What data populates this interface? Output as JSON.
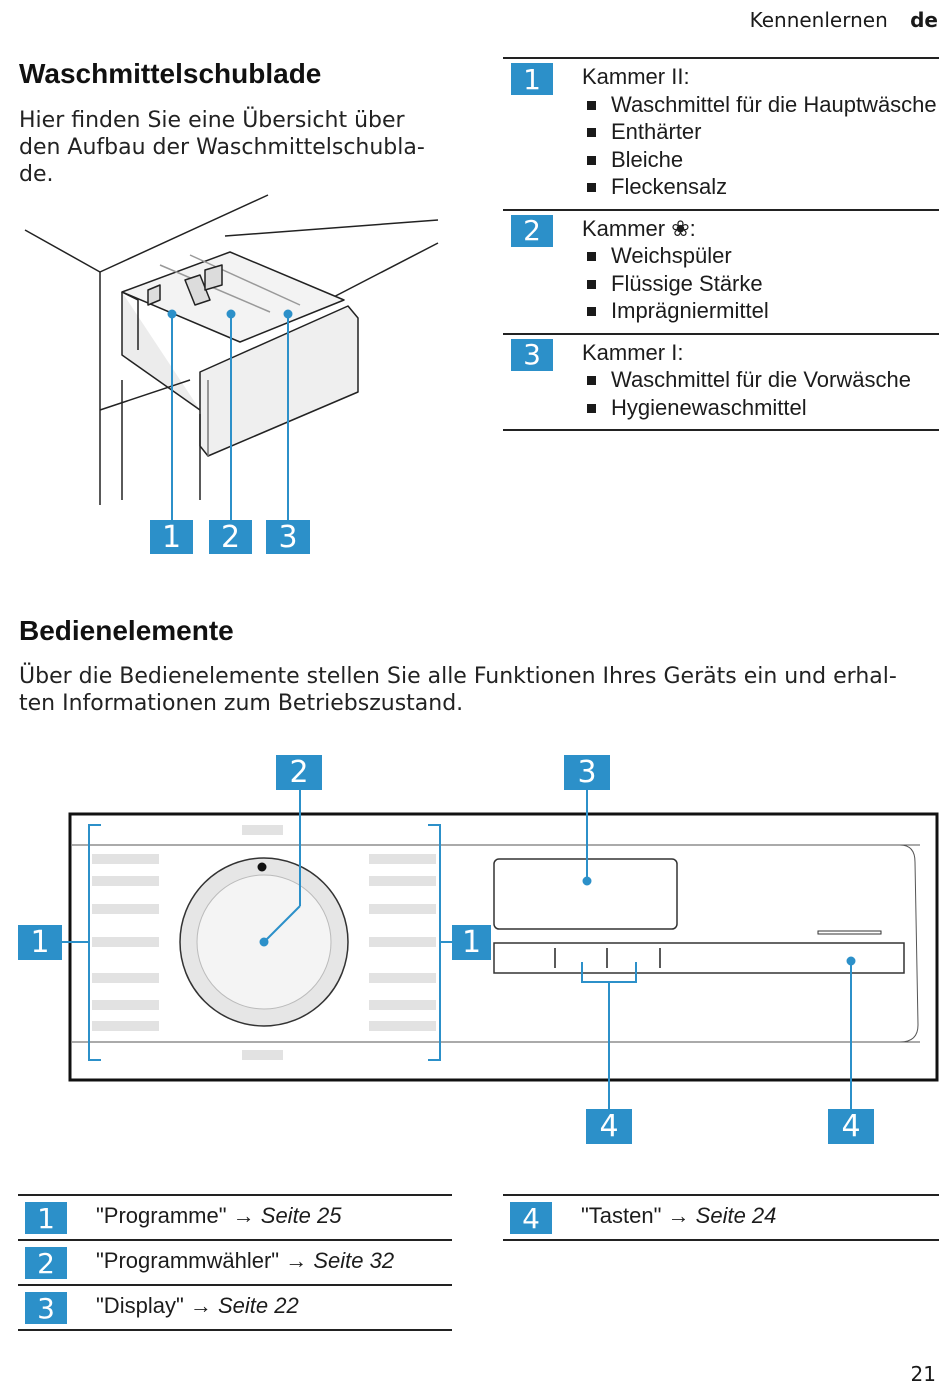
{
  "header": {
    "section": "Kennenlernen",
    "language": "de"
  },
  "drawer_section": {
    "title": "Waschmittelschublade",
    "intro_lines": [
      "Hier finden Sie eine Übersicht über",
      "den Aufbau der Waschmittelschubla-",
      "de."
    ],
    "illustration_labels": [
      "1",
      "2",
      "3"
    ],
    "chambers": [
      {
        "number": "1",
        "title": "Kammer II:",
        "items": [
          "Waschmittel für die Hauptwäsche",
          "Enthärter",
          "Bleiche",
          "Fleckensalz"
        ]
      },
      {
        "number": "2",
        "title": "Kammer ❀:",
        "items": [
          "Weichspüler",
          "Flüssige Stärke",
          "Imprägniermittel"
        ]
      },
      {
        "number": "3",
        "title": "Kammer I:",
        "items": [
          "Waschmittel für die Vorwäsche",
          "Hygienewaschmittel"
        ]
      }
    ]
  },
  "controls_section": {
    "title": "Bedienelemente",
    "intro_lines": [
      "Über die Bedienelemente stellen Sie alle Funktionen Ihres Geräts ein und erhal-",
      "ten Informationen zum Betriebszustand."
    ],
    "diagram_labels": {
      "left": "1",
      "right": "1",
      "knob": "2",
      "display": "3",
      "buttons": "4",
      "button_right": "4"
    },
    "legend_left": [
      {
        "number": "1",
        "text": "\"Programme\" → ",
        "ref": "Seite 25"
      },
      {
        "number": "2",
        "text": "\"Programmwähler\" → ",
        "ref": "Seite 32"
      },
      {
        "number": "3",
        "text": "\"Display\" → ",
        "ref": "Seite 22"
      }
    ],
    "legend_right": [
      {
        "number": "4",
        "text": "\"Tasten\" → ",
        "ref": "Seite 24"
      }
    ]
  },
  "page_number": "21",
  "colors": {
    "accent": "#2c90c9",
    "text": "#1a1a1a",
    "line": "#222222"
  }
}
